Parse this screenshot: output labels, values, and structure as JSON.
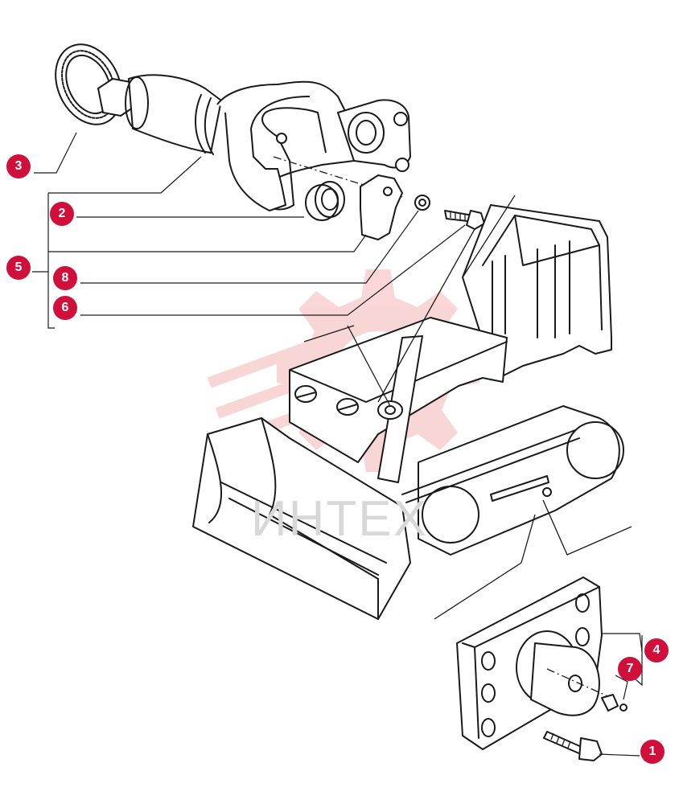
{
  "colors": {
    "callout_fill": "#d0103a",
    "watermark": "#f5b5b5",
    "ink": "#1a1a1a"
  },
  "watermark": {
    "text": "ИНТЕХ",
    "icon": "gear-logo-icon"
  },
  "callouts": [
    {
      "label": "1"
    },
    {
      "label": "2"
    },
    {
      "label": "3"
    },
    {
      "label": "4"
    },
    {
      "label": "5"
    },
    {
      "label": "6"
    },
    {
      "label": "7"
    },
    {
      "label": "8"
    }
  ]
}
